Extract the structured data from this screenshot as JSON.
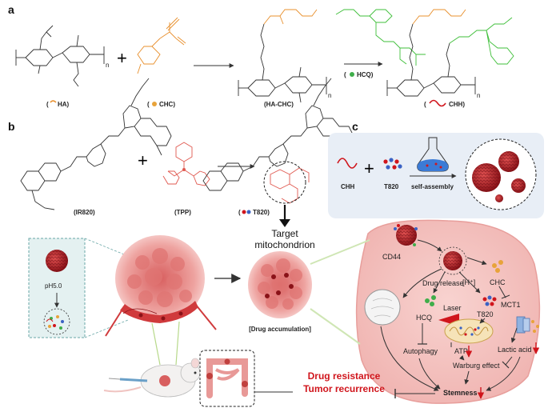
{
  "panels": {
    "a": "a",
    "b": "b",
    "c": "c"
  },
  "panel_a": {
    "ha_label": "HA)",
    "ha_label_prefix": "(",
    "chc_label": "CHC)",
    "chc_label_prefix": "(",
    "ha_chc_label": "(HA-CHC)",
    "hcq_label": "HCQ)",
    "hcq_label_prefix": "(",
    "chh_label": "CHH)",
    "chh_label_prefix": "(",
    "subscript_n": "n",
    "plus": "+"
  },
  "panel_b": {
    "ir820_label": "(IR820)",
    "tpp_label": "(TPP)",
    "t820_label": "T820)",
    "t820_prefix": "(",
    "target_line1": "Target",
    "target_line2": "mitochondrion",
    "plus": "+"
  },
  "panel_c": {
    "chh": "CHH",
    "t820": "T820",
    "self_assembly": "self-assembly",
    "plus": "+"
  },
  "lower": {
    "ph": "pH5.0",
    "drug_accumulation": "[Drug accumulation]",
    "cd44": "CD44",
    "drug_release": "Drug release",
    "h_plus": "[H⁺]",
    "chc": "CHC",
    "hcq": "HCQ",
    "laser": "Laser",
    "t820": "T820",
    "mct1": "MCT1",
    "autophagy": "Autophagy",
    "atp": "ATP",
    "lactic_acid": "Lactic acid",
    "warburg": "Warburg effect",
    "stemness": "Stemness",
    "resistance_line1": "Drug resistance",
    "resistance_line2": "Tumor recurrence"
  },
  "colors": {
    "red_accent": "#d0151c",
    "nanoparticle": "#b8202a",
    "cell_fill": "#f5c6c3",
    "tumor": "#e88a87",
    "chc_dot": "#e8a33a",
    "hcq_dot": "#3fae4a",
    "panel_c_bg": "#e8eef6"
  }
}
